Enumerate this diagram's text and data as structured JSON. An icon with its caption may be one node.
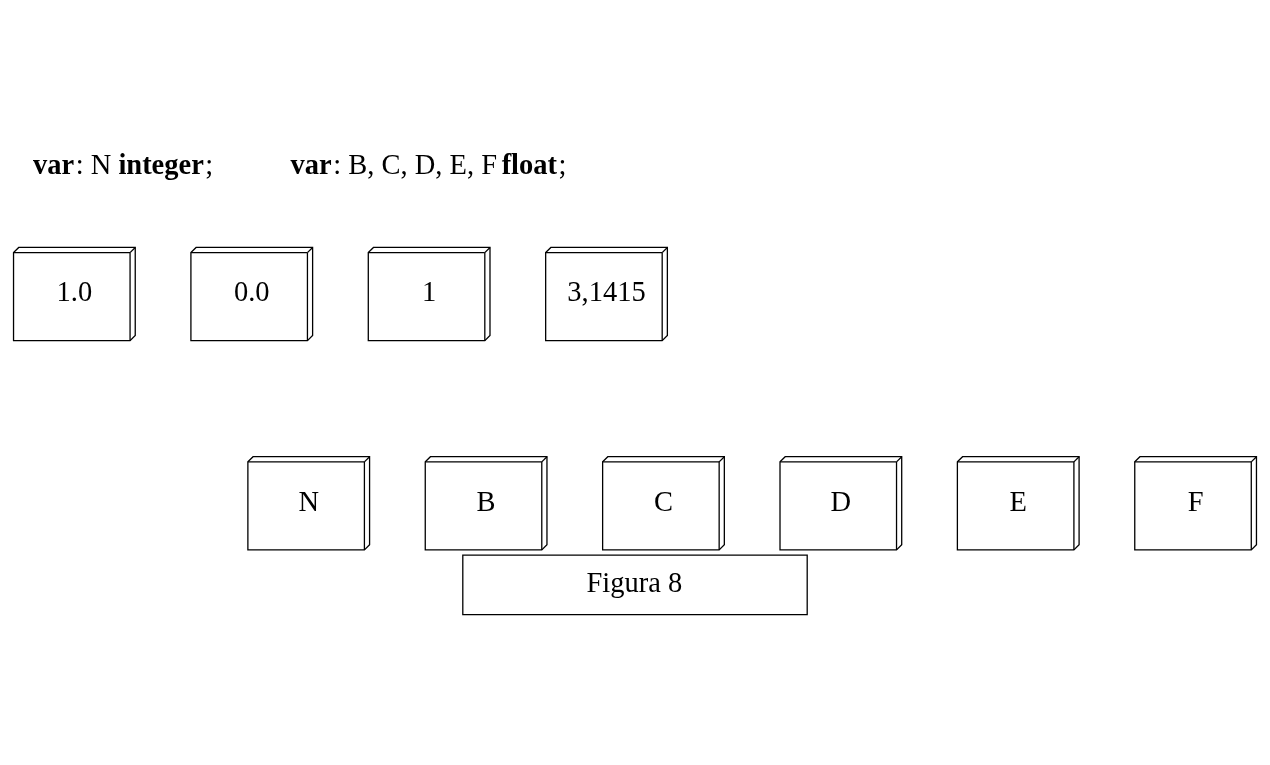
{
  "diagram": {
    "caption": "Figura 8",
    "nodes": [
      {
        "text": [
          "1.0"
        ]
      },
      {
        "text": [
          "0.0"
        ]
      },
      {
        "text": [
          "1"
        ]
      },
      {
        "text": [
          "3,1415"
        ]
      },
      {
        "text": [
          "N"
        ]
      },
      {
        "text": [
          "B"
        ]
      },
      {
        "text": [
          "C"
        ]
      },
      {
        "text": [
          "D"
        ]
      },
      {
        "text": [
          "E"
        ]
      },
      {
        "text": [
          "F"
        ]
      }
    ],
    "labels": [
      "**var**: N **integer**;",
      "**var**: B, C, D, E, F **float**;"
    ]
  }
}
